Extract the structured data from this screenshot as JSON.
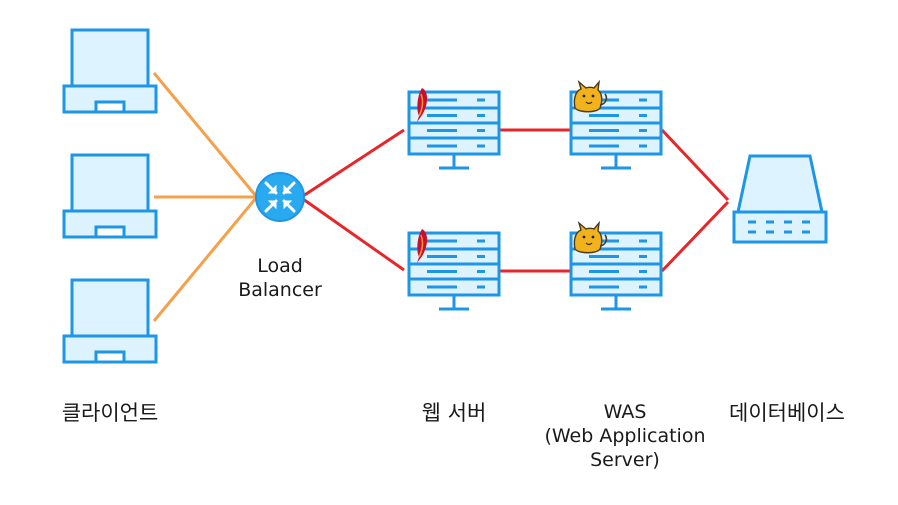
{
  "colors": {
    "client_link": "#F5A04A",
    "server_link": "#E8262A",
    "outline": "#1E96E6",
    "fill": "#DDF3FF",
    "lb_fill": "#29A9EF",
    "feather": "#C8102E",
    "cat": "#F2B21C"
  },
  "labels": {
    "clients": "클라이언트",
    "load_balancer_line1": "Load",
    "load_balancer_line2": "Balancer",
    "web_server": "웹 서버",
    "was_line1": "WAS",
    "was_line2": "(Web Application",
    "was_line3": "Server)",
    "database": "데이터베이스"
  },
  "icons": {
    "client": "laptop-icon",
    "load_balancer": "load-balancer-icon",
    "web_server": "apache-web-server-icon",
    "was": "tomcat-was-icon",
    "database": "database-icon"
  }
}
